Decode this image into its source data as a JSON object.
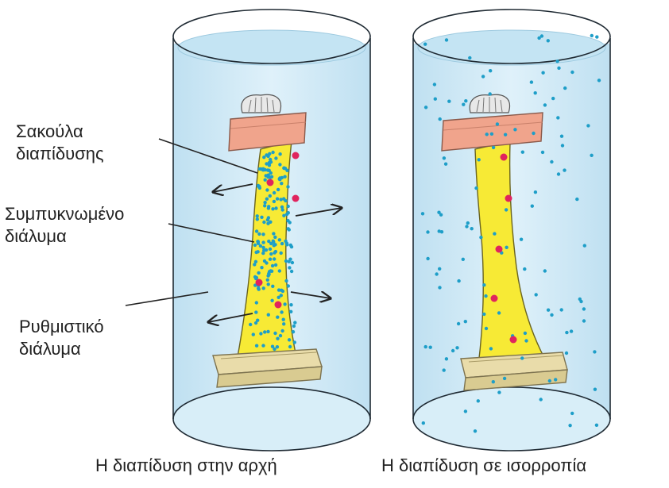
{
  "labels": {
    "bag_line1": "Σακούλα",
    "bag_line2": "διαπίδυσης",
    "conc_line1": "Συμπυκνωμένο",
    "conc_line2": "διάλυμα",
    "buffer_line1": "Ρυθμιστικό",
    "buffer_line2": "διάλυμα"
  },
  "captions": {
    "left": "Η διαπίδυση στην αρχή",
    "right": "Η διαπίδυση σε ισορροπία"
  },
  "colors": {
    "water": "#cfe9f6",
    "glass_edge": "#1f2a33",
    "bag": "#f7ea35",
    "small_particle": "#1e9ec8",
    "large_particle": "#e0245e",
    "top_clamp": "#f0a48c",
    "bottom_clamp": "#e9dcaa",
    "arrow": "#222222"
  }
}
